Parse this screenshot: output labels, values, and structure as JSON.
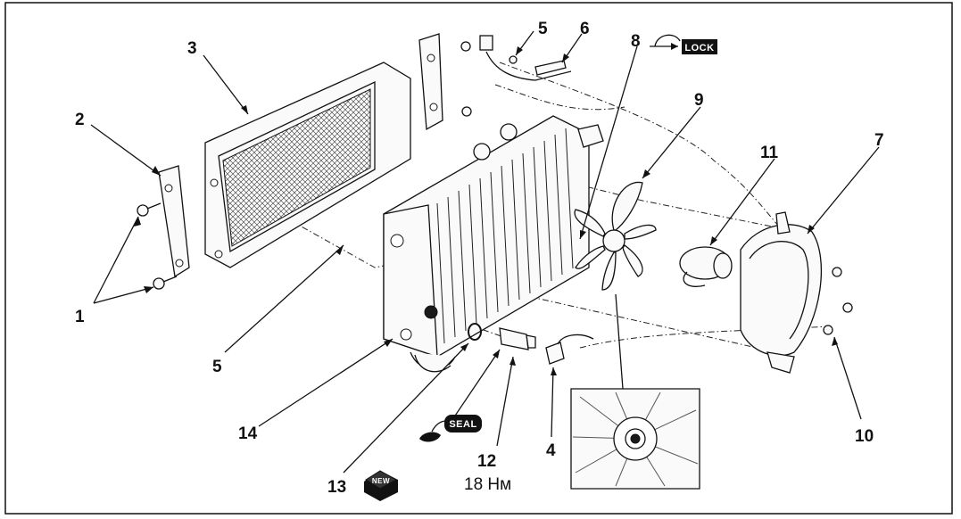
{
  "callouts": {
    "c1": "1",
    "c2": "2",
    "c3": "3",
    "c4": "4",
    "c5a": "5",
    "c5b": "5",
    "c6": "6",
    "c7": "7",
    "c8": "8",
    "c9": "9",
    "c10": "10",
    "c11": "11",
    "c12": "12",
    "c13": "13",
    "c14": "14"
  },
  "torque_spec": "18 Нм",
  "badges": {
    "lock": "LOCK",
    "seal": "SEAL",
    "new": "NEW"
  },
  "icons": [
    "lock-symbol-icon",
    "seal-tube-icon",
    "new-part-icon"
  ]
}
